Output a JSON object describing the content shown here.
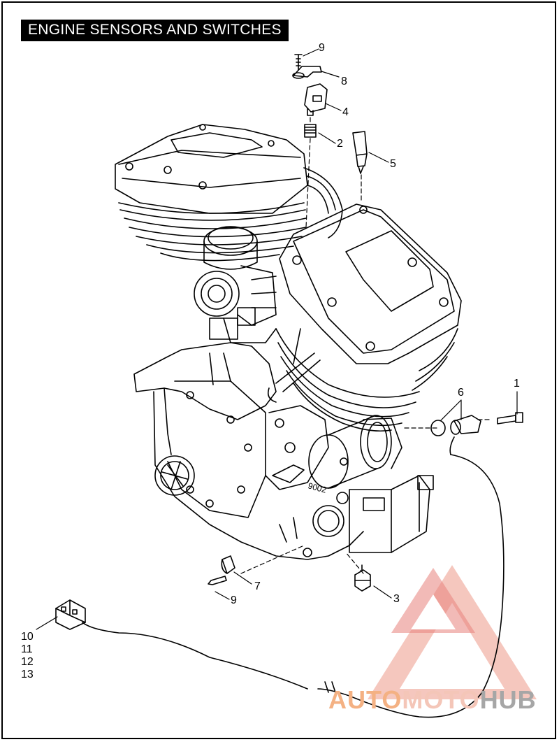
{
  "diagram": {
    "title": "ENGINE SENSORS AND SWITCHES",
    "callouts": [
      "1",
      "2",
      "3",
      "4",
      "5",
      "6",
      "7",
      "8",
      "9",
      "9",
      "10",
      "11",
      "12",
      "13"
    ],
    "stamp": "9002",
    "watermark": {
      "part1": "AUTO",
      "part2": "MOTO",
      "part3": "HUB"
    }
  }
}
